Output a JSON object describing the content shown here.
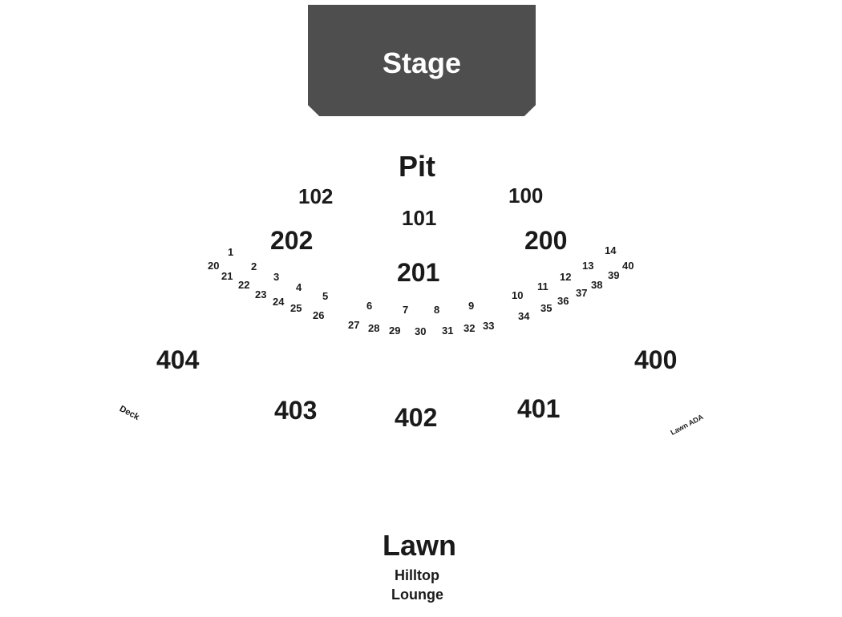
{
  "stage": {
    "label": "Stage"
  },
  "areas": {
    "pit": "Pit",
    "lawn": "Lawn",
    "hilltop_line1": "Hilltop",
    "hilltop_line2": "Lounge",
    "deck": "Deck",
    "lawn_ada": "Lawn ADA"
  },
  "sections": {
    "s100": "100",
    "s101": "101",
    "s102": "102",
    "s200": "200",
    "s201": "201",
    "s202": "202",
    "s400": "400",
    "s401": "401",
    "s402": "402",
    "s403": "403",
    "s404": "404"
  },
  "boxes": {
    "b1": "1",
    "b2": "2",
    "b3": "3",
    "b4": "4",
    "b5": "5",
    "b6": "6",
    "b7": "7",
    "b8": "8",
    "b9": "9",
    "b10": "10",
    "b11": "11",
    "b12": "12",
    "b13": "13",
    "b14": "14",
    "b20": "20",
    "b21": "21",
    "b22": "22",
    "b23": "23",
    "b24": "24",
    "b25": "25",
    "b26": "26",
    "b27": "27",
    "b28": "28",
    "b29": "29",
    "b30": "30",
    "b31": "31",
    "b32": "32",
    "b33": "33",
    "b34": "34",
    "b35": "35",
    "b36": "36",
    "b37": "37",
    "b38": "38",
    "b39": "39",
    "b40": "40"
  }
}
